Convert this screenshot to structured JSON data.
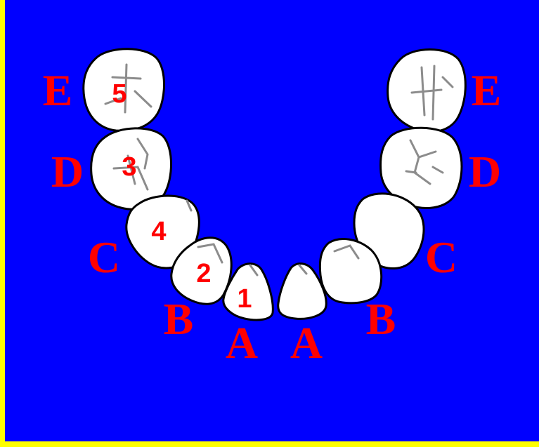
{
  "colors": {
    "frame": "#ffff00",
    "background": "#0000ff",
    "letters": "#ff0000",
    "numbers": "#ff0000",
    "tooth_fill": "#ffffff",
    "tooth_outline": "#000000",
    "grooves": "#8c8c8c"
  },
  "letters": {
    "left": {
      "E": "E",
      "D": "D",
      "C": "C",
      "B": "B",
      "A": "A"
    },
    "right": {
      "E": "E",
      "D": "D",
      "C": "C",
      "B": "B",
      "A": "A"
    }
  },
  "numbers": {
    "n1": "1",
    "n2": "2",
    "n3": "3",
    "n4": "4",
    "n5": "5"
  }
}
